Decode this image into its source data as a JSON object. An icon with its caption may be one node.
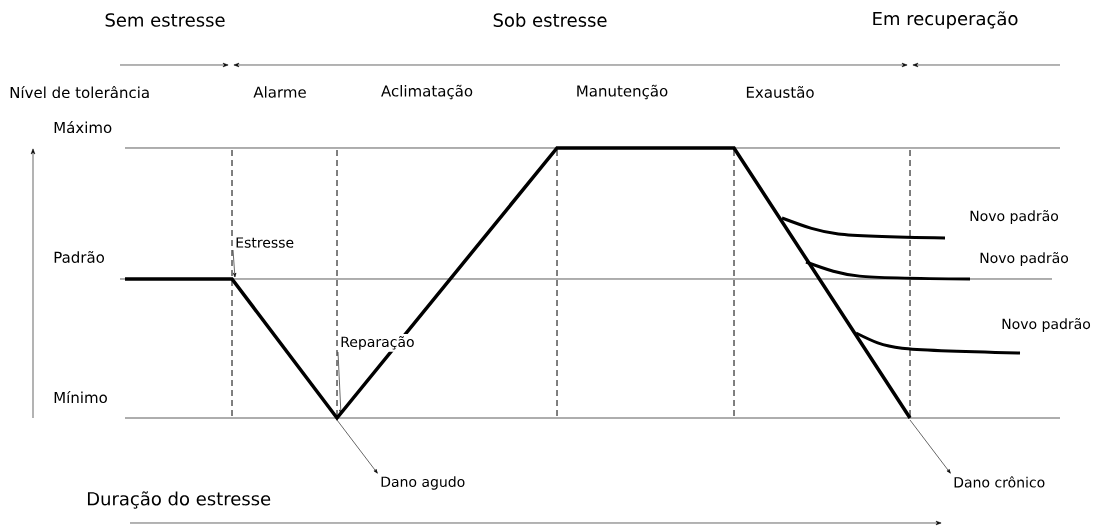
{
  "diagram": {
    "nodes": [
      {
        "text": [
          "Estresse"
        ]
      },
      {
        "text": [
          "Reparação"
        ]
      },
      {
        "text": [
          "Dano agudo"
        ]
      },
      {
        "text": [
          "Dano crônico"
        ]
      }
    ],
    "edges": [
      {
        "from": 0,
        "to": null,
        "arrow": "to"
      },
      {
        "from": 1,
        "to": null,
        "arrow": "to"
      },
      {
        "from": null,
        "to": 2,
        "arrow": "to"
      },
      {
        "from": null,
        "to": 3,
        "arrow": "to"
      }
    ],
    "labels": [
      "Sem estresse",
      "Sob estresse",
      "Em recuperação",
      "Nível de tolerância",
      "Alarme",
      "Aclimatação",
      "Manutenção",
      "Exaustão",
      "Máximo",
      "Novo padrão",
      "Padrão",
      "Novo padrão",
      "Novo padrão",
      "Mínimo",
      "Duração do estresse"
    ]
  }
}
